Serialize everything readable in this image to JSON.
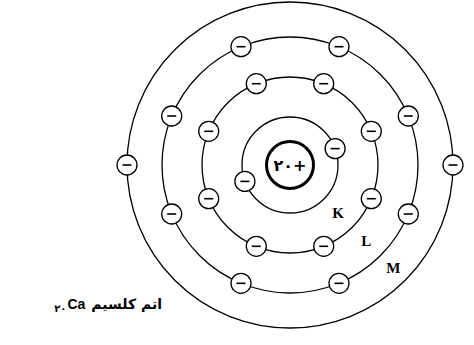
{
  "diagram": {
    "nodes": [
      {
        "text": [
          "۲۰+"
        ]
      }
    ],
    "labels": [
      "K",
      "L",
      "M",
      "۲۰",
      "Ca",
      "اتم کلسیم"
    ]
  }
}
